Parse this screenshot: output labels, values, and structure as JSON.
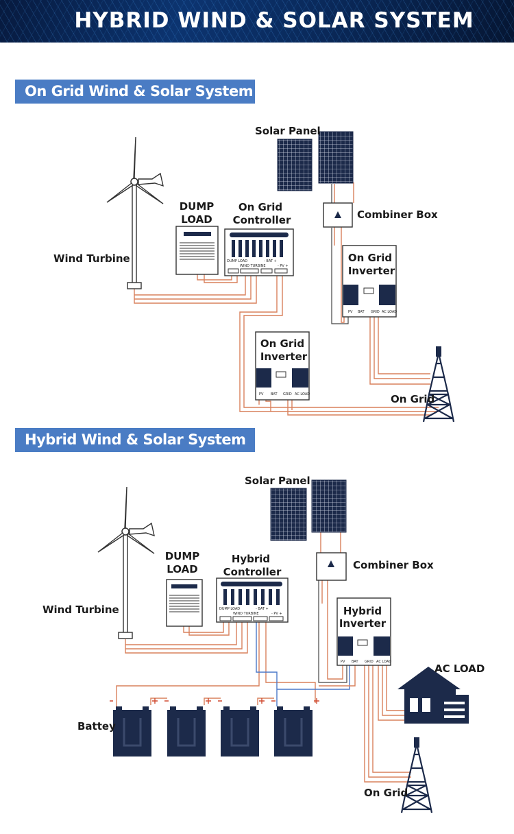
{
  "header": {
    "title": "HYBRID WIND & SOLAR SYSTEM"
  },
  "sections": [
    {
      "title": "On Grid  Wind & Solar System",
      "labels": {
        "solar_panel": "Solar Panel",
        "dump_load_1": "DUMP",
        "dump_load_2": "LOAD",
        "controller_1": "On Grid",
        "controller_2": "Controller",
        "combiner_box": "Combiner Box",
        "wind_turbine": "Wind Turbine",
        "inverter_top_1": "On Grid",
        "inverter_top_2": "Inverter",
        "inverter_bottom_1": "On Grid",
        "inverter_bottom_2": "Inverter",
        "grid": "On Grid"
      }
    },
    {
      "title": "Hybrid  Wind & Solar System",
      "labels": {
        "solar_panel": "Solar Panel",
        "dump_load_1": "DUMP",
        "dump_load_2": "LOAD",
        "controller_1": "Hybrid",
        "controller_2": "Controller",
        "combiner_box": "Combiner Box",
        "wind_turbine": "Wind Turbine",
        "inverter_1": "Hybrid",
        "inverter_2": "Inverter",
        "ac_load": "AC LOAD",
        "battery": "Battey",
        "grid": "On Grid"
      }
    }
  ],
  "terminals": {
    "dump": "DUMP LOAD",
    "wind": "WIND TURBINE",
    "bat": "- BAT +",
    "pv": "- PV +",
    "inv_pv": "PV",
    "inv_bat": "BAT",
    "inv_grid": "GRID",
    "inv_acload": "AC LOAD"
  },
  "colors": {
    "accent": "#4a7cc4",
    "wire": "#d9805c",
    "device": "#1c2a4a"
  }
}
